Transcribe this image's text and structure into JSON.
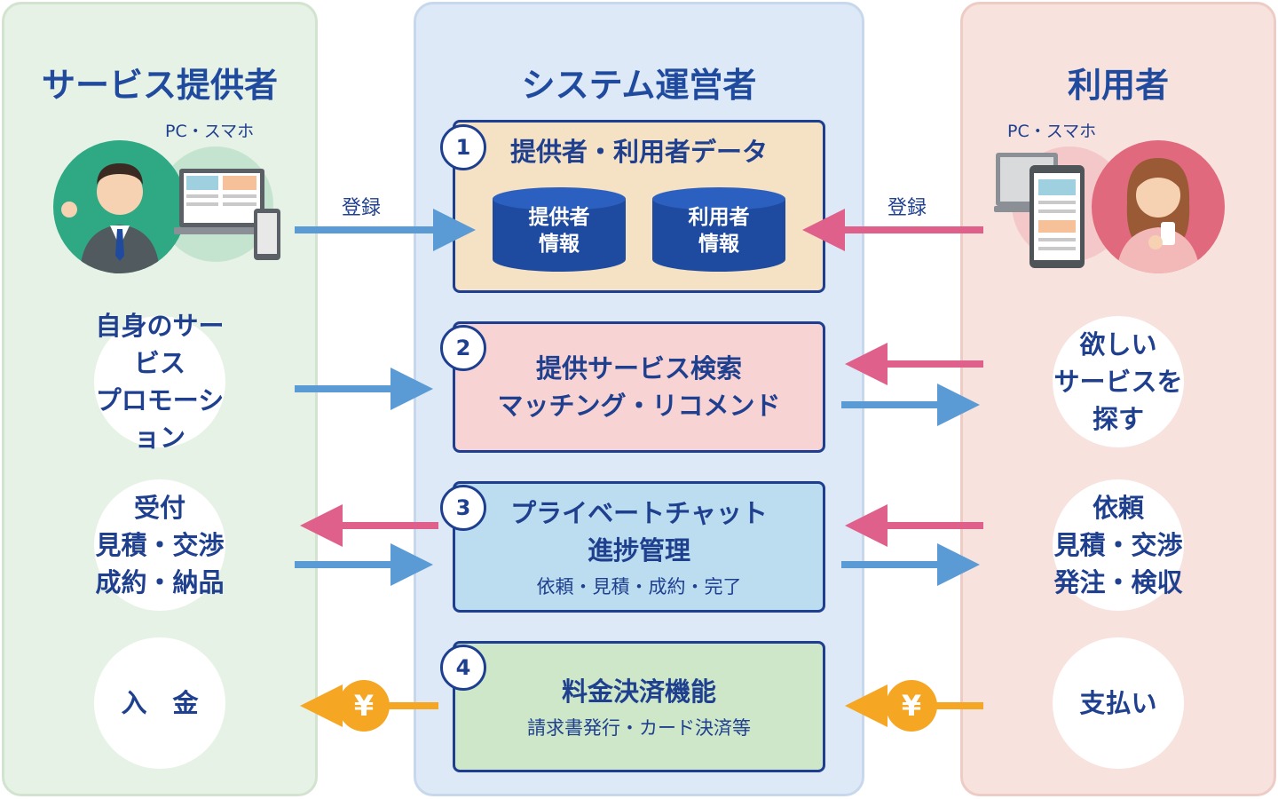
{
  "columns": {
    "provider": {
      "title": "サービス提供者",
      "device": "PC・スマホ"
    },
    "operator": {
      "title": "システム運営者"
    },
    "user": {
      "title": "利用者",
      "device": "PC・スマホ"
    }
  },
  "left_circles": [
    "自身のサービス\nプロモーション",
    "受付\n見積・交渉\n成約・納品",
    "入　金"
  ],
  "right_circles": [
    "欲しい\nサービスを探す",
    "依頼\n見積・交渉\n発注・検収",
    "支払い"
  ],
  "boxes": [
    {
      "num": "1",
      "title": "提供者・利用者データ",
      "db1": "提供者\n情報",
      "db2": "利用者\n情報",
      "color": "#f5e1c3"
    },
    {
      "num": "2",
      "title": "提供サービス検索\nマッチング・リコメンド",
      "color": "#f7d3d3"
    },
    {
      "num": "3",
      "title": "プライベートチャット\n進捗管理",
      "sub": "依頼・見積・成約・完了",
      "color": "#bcdcef"
    },
    {
      "num": "4",
      "title": "料金決済機能",
      "sub": "請求書発行・カード決済等",
      "color": "#cde7c8"
    }
  ],
  "arrow_labels": {
    "left": "登録",
    "right": "登録"
  },
  "yen_symbol": "¥",
  "colors": {
    "blue_arrow": "#5b9bd5",
    "pink_arrow": "#e0608c",
    "yen": "#f5a623",
    "navy": "#1e3f8f"
  }
}
